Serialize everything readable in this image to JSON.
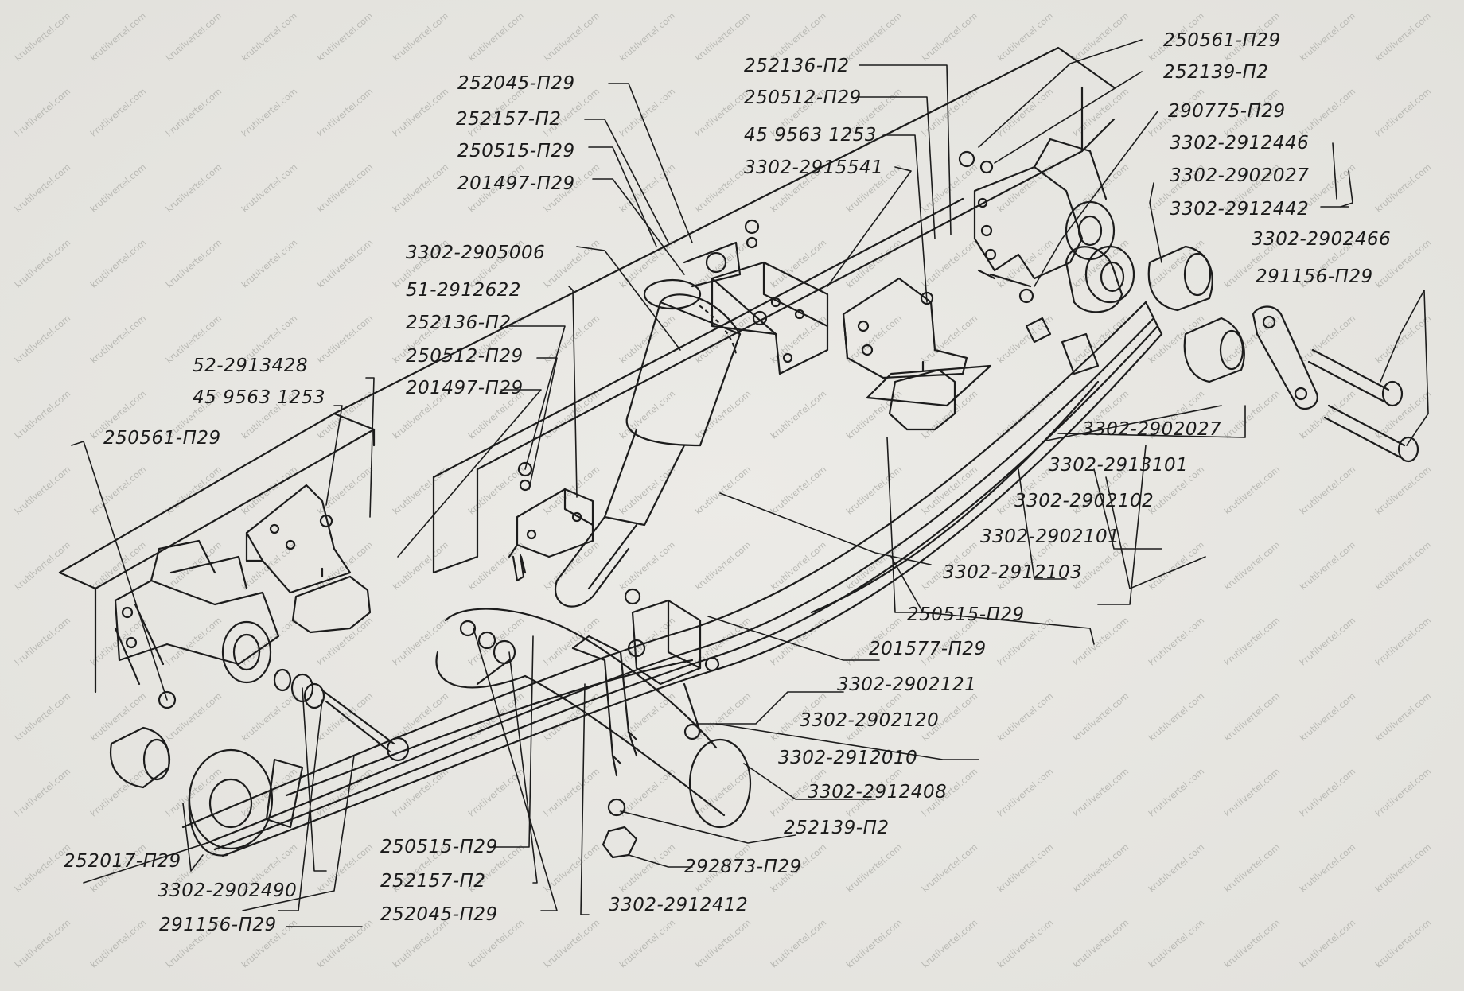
{
  "watermark": "krutilvertel.com",
  "callouts": [
    {
      "id": "c01",
      "text": "250561-П29"
    },
    {
      "id": "c02",
      "text": "252136-П2"
    },
    {
      "id": "c03",
      "text": "252139-П2"
    },
    {
      "id": "c04",
      "text": "252045-П29"
    },
    {
      "id": "c05",
      "text": "250512-П29"
    },
    {
      "id": "c06",
      "text": "290775-П29"
    },
    {
      "id": "c07",
      "text": "252157-П2"
    },
    {
      "id": "c08",
      "text": "45 9563 1253"
    },
    {
      "id": "c09",
      "text": "3302-2912446"
    },
    {
      "id": "c10",
      "text": "250515-П29"
    },
    {
      "id": "c11",
      "text": "3302-2915541"
    },
    {
      "id": "c12",
      "text": "3302-2902027"
    },
    {
      "id": "c13",
      "text": "201497-П29"
    },
    {
      "id": "c14",
      "text": "3302-2912442"
    },
    {
      "id": "c15",
      "text": "3302-2902466"
    },
    {
      "id": "c16",
      "text": "3302-2905006"
    },
    {
      "id": "c17",
      "text": "291156-П29"
    },
    {
      "id": "c18",
      "text": "51-2912622"
    },
    {
      "id": "c19",
      "text": "252136-П2"
    },
    {
      "id": "c20",
      "text": "250512-П29"
    },
    {
      "id": "c21",
      "text": "52-2913428"
    },
    {
      "id": "c22",
      "text": "201497-П29"
    },
    {
      "id": "c23",
      "text": "45 9563 1253"
    },
    {
      "id": "c24",
      "text": "3302-2902027"
    },
    {
      "id": "c25",
      "text": "250561-П29"
    },
    {
      "id": "c26",
      "text": "3302-2913101"
    },
    {
      "id": "c27",
      "text": "3302-2902102"
    },
    {
      "id": "c28",
      "text": "3302-2902101"
    },
    {
      "id": "c29",
      "text": "3302-2912103"
    },
    {
      "id": "c30",
      "text": "250515-П29"
    },
    {
      "id": "c31",
      "text": "201577-П29"
    },
    {
      "id": "c32",
      "text": "3302-2902121"
    },
    {
      "id": "c33",
      "text": "3302-2902120"
    },
    {
      "id": "c34",
      "text": "3302-2912010"
    },
    {
      "id": "c35",
      "text": "3302-2912408"
    },
    {
      "id": "c36",
      "text": "252139-П2"
    },
    {
      "id": "c37",
      "text": "252017-П29"
    },
    {
      "id": "c38",
      "text": "250515-П29"
    },
    {
      "id": "c39",
      "text": "292873-П29"
    },
    {
      "id": "c40",
      "text": "3302-2902490"
    },
    {
      "id": "c41",
      "text": "252157-П2"
    },
    {
      "id": "c42",
      "text": "3302-2912412"
    },
    {
      "id": "c43",
      "text": "291156-П29"
    },
    {
      "id": "c44",
      "text": "252045-П29"
    }
  ]
}
